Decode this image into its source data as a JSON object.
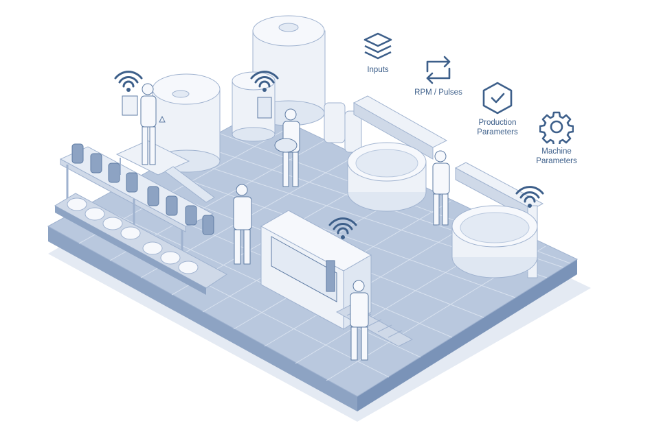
{
  "legend": [
    {
      "label_lines": [
        "Inputs"
      ],
      "icon": "layers-icon"
    },
    {
      "label_lines": [
        "RPM / Pulses"
      ],
      "icon": "refresh-arrows-icon"
    },
    {
      "label_lines": [
        "Production",
        "Parameters"
      ],
      "icon": "shield-check-icon"
    },
    {
      "label_lines": [
        "Machine",
        "Parameters"
      ],
      "icon": "gear-icon"
    }
  ],
  "colors": {
    "floor_top": "#b9c8de",
    "floor_side_left": "#8da3c3",
    "floor_side_right": "#7a93b8",
    "tile_line": "#d9e2ef",
    "equipment": "#eef2f8",
    "equipment_shade": "#cfd9e8",
    "outline": "#5e7ba3",
    "accent": "#3d5f8a"
  }
}
